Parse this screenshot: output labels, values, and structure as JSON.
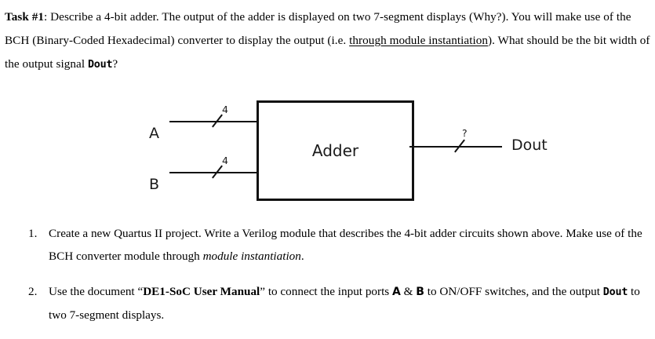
{
  "document": {
    "intro": {
      "task_label": "Task #1",
      "segment_1": ": Describe a 4-bit adder. The output of the adder is displayed on two 7-segment displays (Why?). You will make use of the BCH (Binary-Coded Hexadecimal) converter to display the output (i.e. ",
      "underlined_phrase": "through module instantiation",
      "segment_2": "). What should be the bit width of the output signal ",
      "signal_name": "Dout",
      "segment_3": "?"
    },
    "diagram": {
      "name": "adder-block-diagram",
      "block_label": "Adder",
      "input_a_label": "A",
      "input_a_width": "4",
      "input_b_label": "B",
      "input_b_width": "4",
      "output_label": "Dout",
      "output_width": "?",
      "line_color": "#111111",
      "text_color": "#1a1a1a",
      "background": "#ffffff"
    },
    "tasks": [
      {
        "marker": "1.",
        "part_1": "Create a new Quartus II project. Write a Verilog module that describes the 4-bit adder circuits shown above. Make use of the BCH converter module through ",
        "italic_phrase": "module instantiation",
        "part_2": "."
      },
      {
        "marker": "2.",
        "part_1": "Use the document “",
        "bold_phrase": "DE1-SoC User Manual",
        "part_2": "” to connect the input ports ",
        "port_a": "A",
        "port_joiner": " & ",
        "port_b": "B",
        "part_3": " to ON/OFF switches, and the output ",
        "signal_name": "Dout",
        "part_4": " to two 7-segment displays."
      }
    ]
  }
}
